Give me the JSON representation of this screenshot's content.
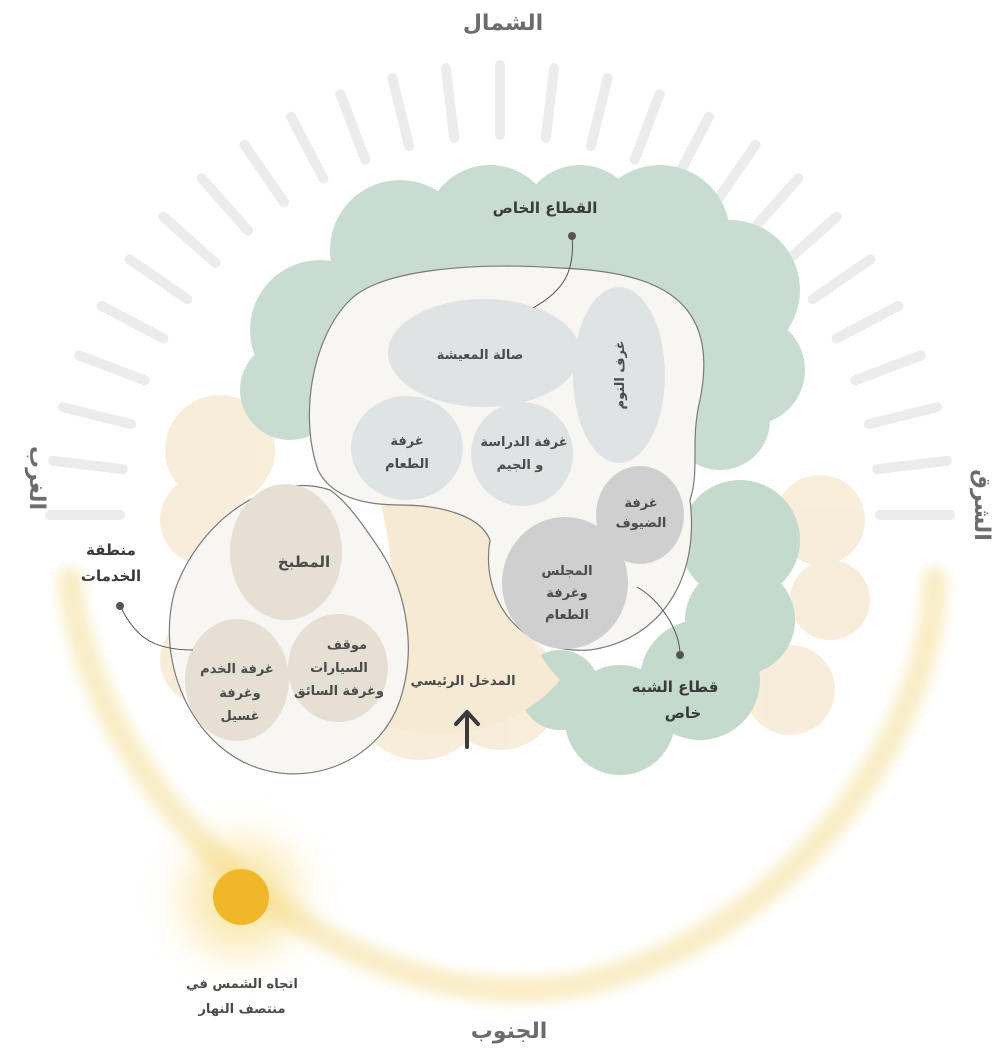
{
  "directions": {
    "north": "الشمال",
    "south": "الجنوب",
    "east": "الشرق",
    "west": "الغرب"
  },
  "zones": {
    "private": "القطاع الخاص",
    "semi_private": [
      "قطاع الشبه",
      "خاص"
    ],
    "services": [
      "منطقة",
      "الخدمات"
    ]
  },
  "rooms": {
    "living": "صالة المعيشة",
    "bedrooms": "غرف النوم",
    "dining": [
      "غرفة",
      "الطعام"
    ],
    "study_gym": [
      "غرفة الدراسة",
      "و الجيم"
    ],
    "guests": [
      "غرفة",
      "الضيوف"
    ],
    "majlis": [
      "المجلس",
      "وغرفة",
      "الطعام"
    ],
    "kitchen": "المطبخ",
    "parking": [
      "موقف",
      "السيارات",
      "وغرفة السائق"
    ],
    "maid": [
      "غرفة الخدم",
      "وغرفة",
      "غسيل"
    ]
  },
  "entrance": "المدخل الرئيسي",
  "sun": [
    "اتجاه الشمس في",
    "منتصف النهار"
  ],
  "colors": {
    "private_zone": "#c9dcd2",
    "semi_zone": "#c2dacd",
    "service_zone": "#f7ead3",
    "room_private": "#dfe3e4",
    "room_semi": "#cfcfcf",
    "room_service": "#e6dfd3",
    "sun": "#f0b72a",
    "rays": "#ececec"
  },
  "icons": [
    "arrow-up-icon",
    "sun-icon"
  ]
}
